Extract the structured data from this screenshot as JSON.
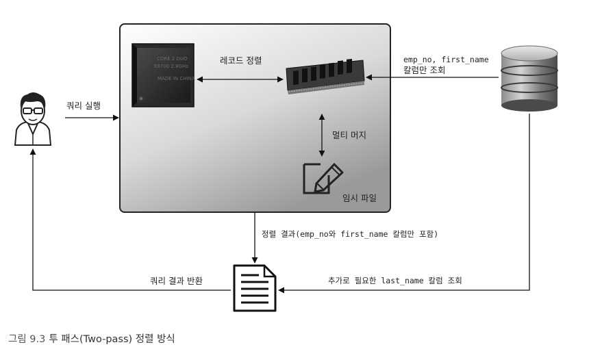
{
  "labels": {
    "run_query": "쿼리 실행",
    "record_sort": "레코드 정렬",
    "multi_merge": "멀티 머지",
    "temp_file": "임시 파일",
    "fetch_line1": "emp_no, first_name",
    "fetch_line2": "칼럼만 조회",
    "sort_result": "정렬 결과(emp_no와 first_name 칼럼만 포함)",
    "return_result": "쿼리 결과 반환",
    "extra_fetch": "추가로 필요한 last_name 칼럼 조회"
  },
  "cpu": {
    "line1": "CORE 2 DUO",
    "line2": "E8700 2.8GHz",
    "line3": "MADE IN CHINA"
  },
  "caption": {
    "number": "그림 9.3",
    "title": "투 패스(Two-pass) 정렬 방식"
  },
  "icons": [
    "user-icon",
    "cpu-chip-icon",
    "memory-module-icon",
    "temp-file-icon",
    "database-icon",
    "result-document-icon"
  ]
}
